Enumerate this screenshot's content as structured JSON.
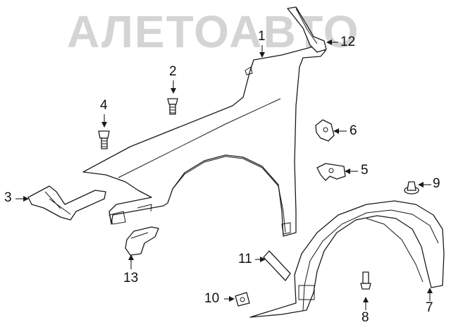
{
  "watermark": {
    "text": "АЛЕТОАВТО",
    "color": "#d4d4d4"
  },
  "callouts": [
    {
      "id": "1",
      "label": "1"
    },
    {
      "id": "2",
      "label": "2"
    },
    {
      "id": "3",
      "label": "3"
    },
    {
      "id": "4",
      "label": "4"
    },
    {
      "id": "5",
      "label": "5"
    },
    {
      "id": "6",
      "label": "6"
    },
    {
      "id": "7",
      "label": "7"
    },
    {
      "id": "8",
      "label": "8"
    },
    {
      "id": "9",
      "label": "9"
    },
    {
      "id": "10",
      "label": "10"
    },
    {
      "id": "11",
      "label": "11"
    },
    {
      "id": "12",
      "label": "12"
    },
    {
      "id": "13",
      "label": "13"
    }
  ],
  "colors": {
    "line": "#1a1a1a",
    "background": "#ffffff"
  }
}
